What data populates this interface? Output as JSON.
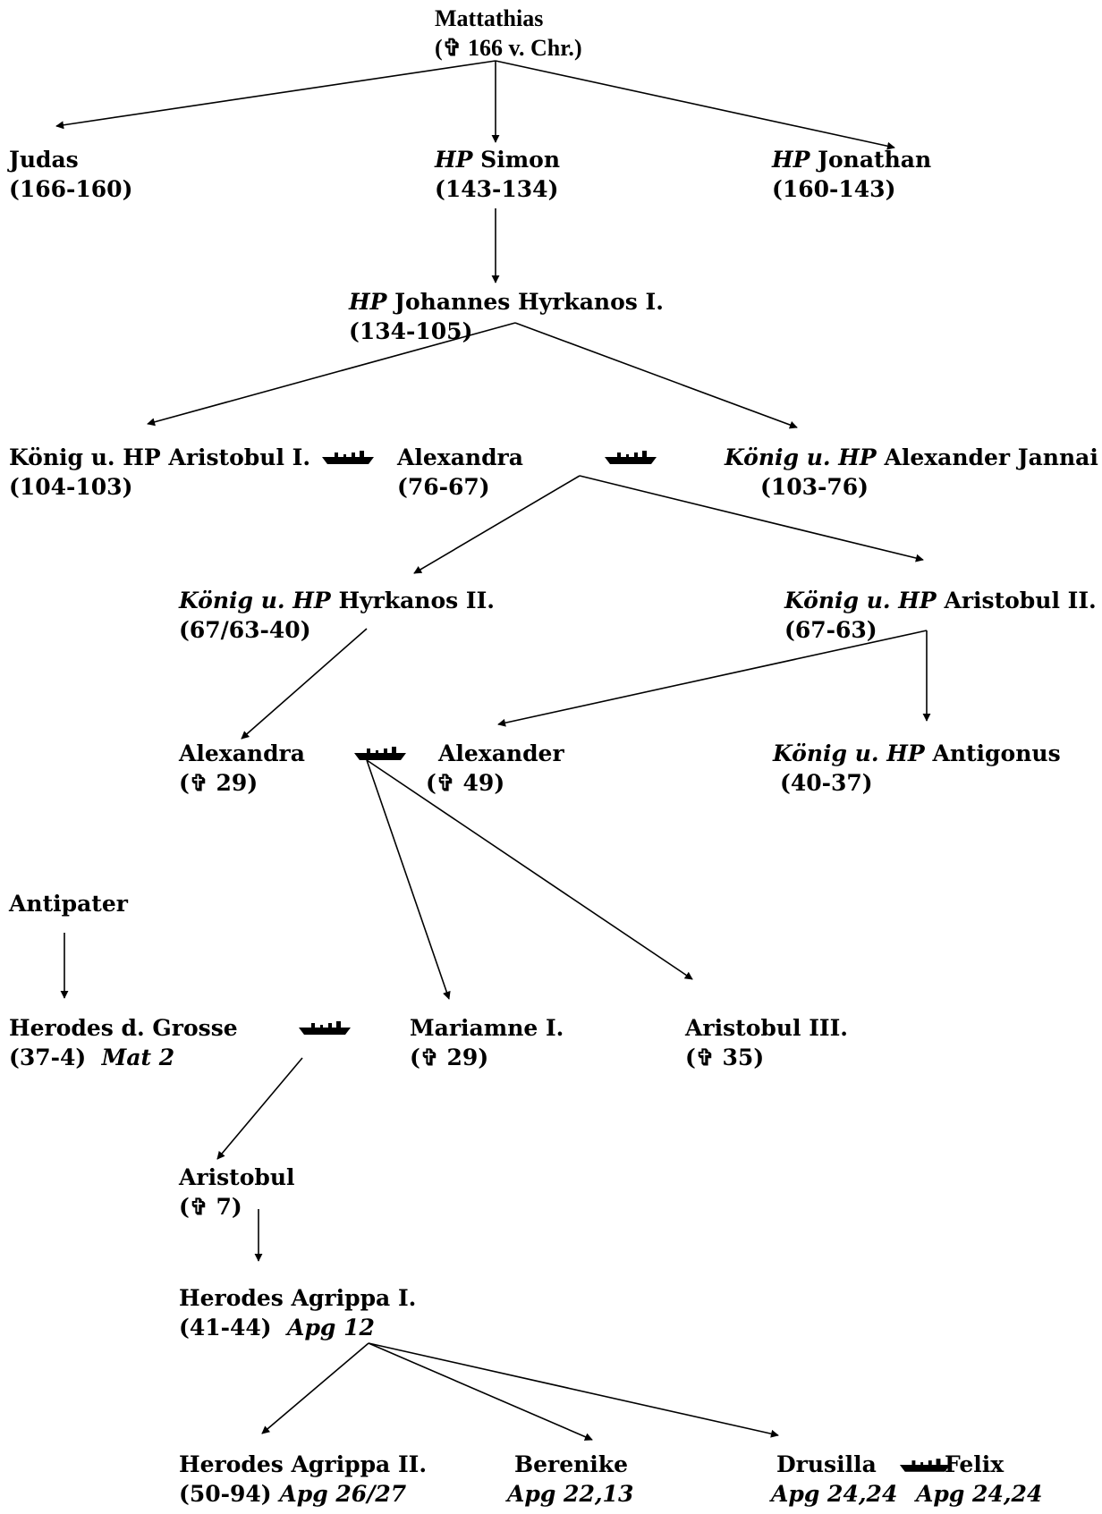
{
  "cross_symbol": "✞",
  "nodes": {
    "mattathias": {
      "name": "Mattathias",
      "date": "166 v. Chr."
    },
    "judas": {
      "name": "Judas",
      "dates": "(166-160)"
    },
    "simon": {
      "title": "HP",
      "name": "Simon",
      "dates": "(143-134)"
    },
    "jonathan": {
      "title": "HP",
      "name": "Jonathan",
      "dates": "(160-143)"
    },
    "hyrkanos1": {
      "title": "HP",
      "name": "Johannes Hyrkanos I.",
      "dates": "(134-105)"
    },
    "aristobul1": {
      "name": "König u. HP Aristobul I.",
      "dates": "(104-103)"
    },
    "alexandra1": {
      "name": "Alexandra",
      "dates": "(76-67)"
    },
    "jannai": {
      "title": "König u. HP",
      "name": "Alexander Jannai",
      "dates": "(103-76)"
    },
    "hyrkanos2": {
      "title": "König u. HP",
      "name": "Hyrkanos II.",
      "dates": "(67/63-40)"
    },
    "aristobul2": {
      "title": "König u. HP",
      "name": "Aristobul II.",
      "dates": "(67-63)"
    },
    "alexandra2": {
      "name": "Alexandra",
      "death": "29"
    },
    "alexander": {
      "name": "Alexander",
      "death": "49"
    },
    "antigonus": {
      "title": "König u. HP",
      "name": "Antigonus",
      "dates": "(40-37)"
    },
    "antipater": {
      "name": "Antipater"
    },
    "herodes": {
      "name": "Herodes d. Grosse",
      "dates": "(37-4)",
      "ref": "Mat 2"
    },
    "mariamne": {
      "name": "Mariamne I.",
      "death": "29"
    },
    "aristobul3": {
      "name": "Aristobul III.",
      "death": "35"
    },
    "aristobul": {
      "name": "Aristobul",
      "death": "7"
    },
    "agrippa1": {
      "name": "Herodes Agrippa I.",
      "dates": "(41-44)",
      "ref": "Apg 12"
    },
    "agrippa2": {
      "name": "Herodes Agrippa II.",
      "dates": "(50-94)",
      "ref": "Apg 26/27"
    },
    "berenike": {
      "name": "Berenike",
      "ref": "Apg 22,13"
    },
    "drusilla": {
      "name": "Drusilla",
      "ref": "Apg 24,24"
    },
    "felix": {
      "name": "Felix",
      "ref": "Apg 24,24"
    }
  },
  "edges": [
    [
      "mattathias",
      "judas"
    ],
    [
      "mattathias",
      "simon"
    ],
    [
      "mattathias",
      "jonathan"
    ],
    [
      "simon",
      "hyrkanos1"
    ],
    [
      "hyrkanos1",
      "aristobul1"
    ],
    [
      "hyrkanos1",
      "jannai"
    ],
    [
      "alexandra1+jannai",
      "hyrkanos2"
    ],
    [
      "alexandra1+jannai",
      "aristobul2"
    ],
    [
      "hyrkanos2",
      "alexandra2"
    ],
    [
      "aristobul2",
      "alexander"
    ],
    [
      "aristobul2",
      "antigonus"
    ],
    [
      "alexandra2+alexander",
      "mariamne"
    ],
    [
      "alexandra2+alexander",
      "aristobul3"
    ],
    [
      "antipater",
      "herodes"
    ],
    [
      "herodes+mariamne",
      "aristobul"
    ],
    [
      "aristobul",
      "agrippa1"
    ],
    [
      "agrippa1",
      "agrippa2"
    ],
    [
      "agrippa1",
      "berenike"
    ],
    [
      "agrippa1",
      "drusilla"
    ]
  ],
  "marriages": [
    [
      "aristobul1",
      "alexandra1"
    ],
    [
      "alexandra1",
      "jannai"
    ],
    [
      "alexandra2",
      "alexander"
    ],
    [
      "herodes",
      "mariamne"
    ],
    [
      "drusilla",
      "felix"
    ]
  ]
}
